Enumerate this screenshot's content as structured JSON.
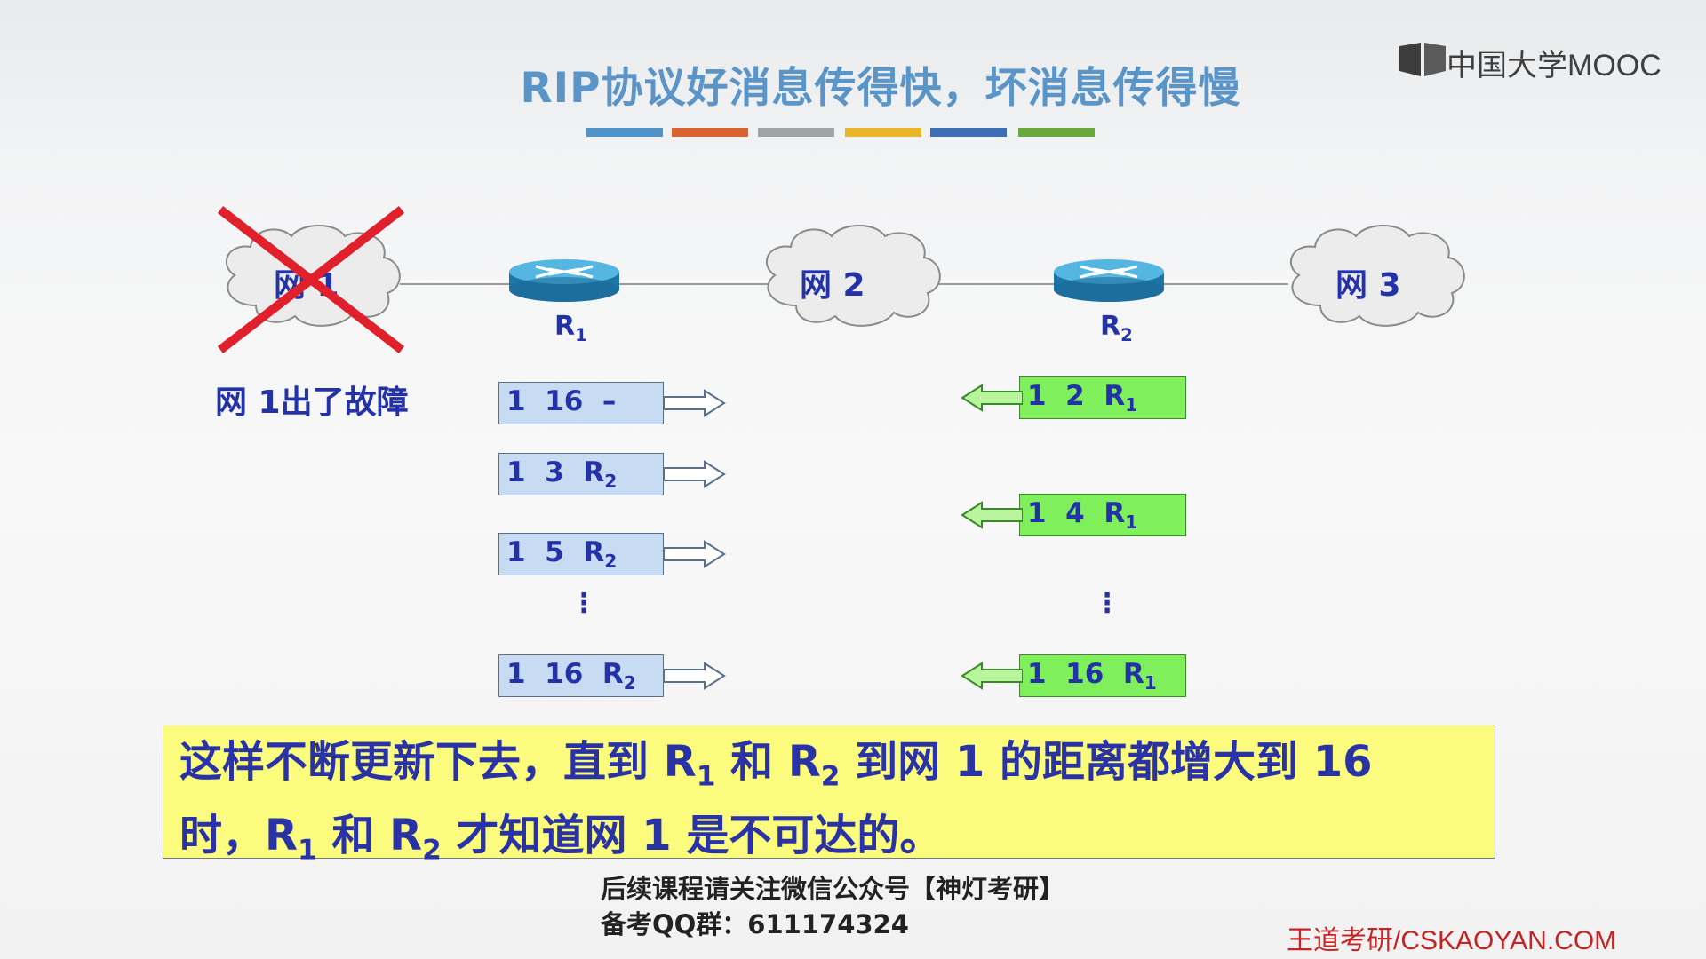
{
  "slide": {
    "title": "RIP协议好消息传得快，坏消息传得慢",
    "color_bar_colors": [
      "#4f93c8",
      "#d9632f",
      "#9fa3a7",
      "#e6b52a",
      "#3c6fb6",
      "#6aa83d"
    ]
  },
  "brand": {
    "logo_text": "中国大学MOOC"
  },
  "network": {
    "clouds": [
      {
        "label": "网 1",
        "failed": true
      },
      {
        "label": "网 2",
        "failed": false
      },
      {
        "label": "网 3",
        "failed": false
      }
    ],
    "routers": [
      {
        "name": "R",
        "sub": "1"
      },
      {
        "name": "R",
        "sub": "2"
      }
    ],
    "fault_label": "网 1出了故障"
  },
  "r1_updates": [
    {
      "net": "1",
      "dist": "16",
      "hop": "–",
      "hop_sub": ""
    },
    {
      "net": "1",
      "dist": "3",
      "hop": "R",
      "hop_sub": "2"
    },
    {
      "net": "1",
      "dist": "5",
      "hop": "R",
      "hop_sub": "2"
    },
    {
      "net": "1",
      "dist": "16",
      "hop": "R",
      "hop_sub": "2"
    }
  ],
  "r2_updates": [
    {
      "net": "1",
      "dist": "2",
      "hop": "R",
      "hop_sub": "1"
    },
    {
      "net": "1",
      "dist": "4",
      "hop": "R",
      "hop_sub": "1"
    },
    {
      "net": "1",
      "dist": "16",
      "hop": "R",
      "hop_sub": "1"
    }
  ],
  "ellipsis": "⋮",
  "banner": {
    "line1_a": "这样不断更新下去，直到 R",
    "line1_b": "和 R",
    "line1_c": "到网 1 的距离都增大到 16",
    "line2_a": "时，R",
    "line2_b": "和 R",
    "line2_c": "才知道网 1 是不可达的。",
    "sub1": "1",
    "sub2": "2"
  },
  "footer": {
    "line1": "后续课程请关注微信公众号【神灯考研】",
    "line2": "备考QQ群：611174324"
  },
  "watermark": "王道考研/CSKAOYAN.COM"
}
